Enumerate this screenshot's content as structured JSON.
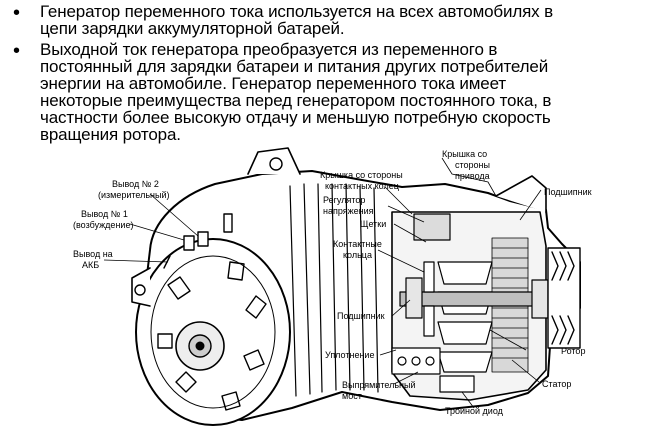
{
  "bullets": [
    {
      "lines": [
        "Генератор переменного тока используется на всех автомобилях в",
        "цепи зарядки аккумуляторной батарей."
      ]
    },
    {
      "lines": [
        "Выходной ток генератора преобразуется из переменного в",
        "постоянный для зарядки батареи и питания других потребителей",
        "энергии на автомобиле. Генератор переменного тока  имеет",
        "некоторые преимущества перед генератором постоянного тока, в",
        "частности более высокую отдачу и меньшую потребную скорость",
        "вращения ротора."
      ]
    }
  ],
  "figure": {
    "labels": {
      "output2_l1": "Вывод № 2",
      "output2_l2": "(измерительный)",
      "output1_l1": "Вывод № 1",
      "output1_l2": "(возбуждение)",
      "battery_l1": "Вывод на",
      "battery_l2": "АКБ",
      "ring_cover_l1": "Крышка со стороны",
      "ring_cover_l2": "контактных колец",
      "drive_cover_l1": "Крышка со",
      "drive_cover_l2": "стороны",
      "drive_cover_l3": "привода",
      "regulator_l1": "Регулятор",
      "regulator_l2": "напряжения",
      "brushes": "Щетки",
      "bearing_right": "Подшипник",
      "slip_rings_l1": "Контактные",
      "slip_rings_l2": "кольца",
      "bearing_left": "Подшипник",
      "seal": "Уплотнение",
      "rotor": "Ротор",
      "rectifier_l1": "Выпрямительный",
      "rectifier_l2": "мост",
      "stator": "Статор",
      "triple_diode": "Тройной диод"
    }
  }
}
